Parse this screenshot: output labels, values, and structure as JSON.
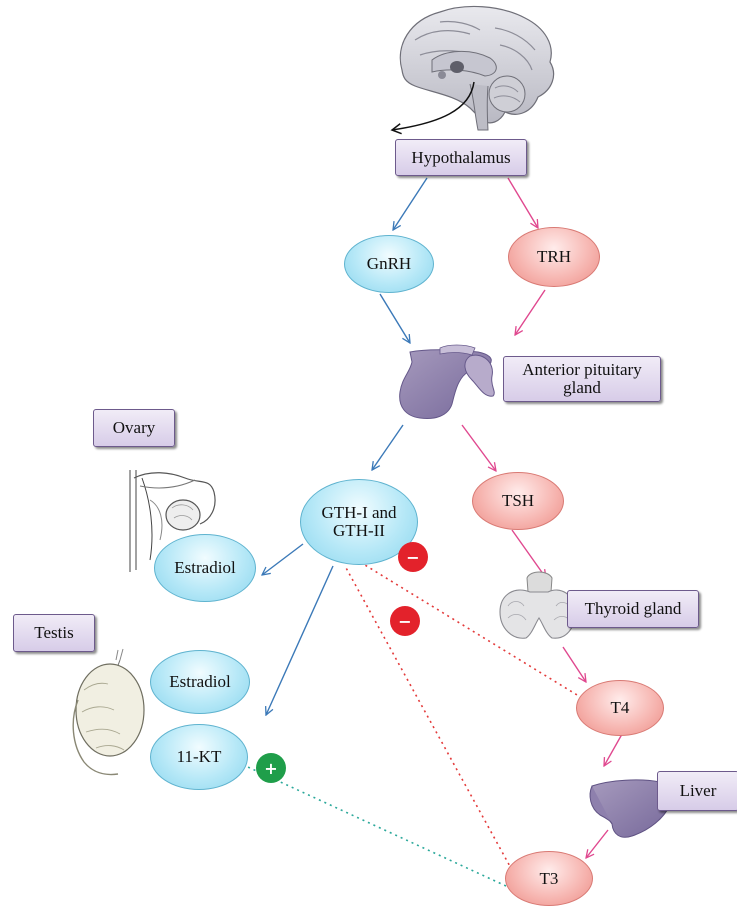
{
  "nodes": {
    "hypothalamus": "Hypothalamus",
    "gnrh": "GnRH",
    "trh": "TRH",
    "pituitary_line1": "Anterior pituitary",
    "pituitary_line2": "gland",
    "ovary": "Ovary",
    "gth_line1": "GTH-I and",
    "gth_line2": "GTH-II",
    "tsh": "TSH",
    "estradiol_ovary": "Estradiol",
    "thyroid": "Thyroid gland",
    "testis": "Testis",
    "estradiol_testis": "Estradiol",
    "t4": "T4",
    "kt": "11-KT",
    "liver": "Liver",
    "t3": "T3"
  },
  "signs": {
    "negative_1": "−",
    "negative_2": "−",
    "positive": "+"
  },
  "colors": {
    "gonadal_arrow": "#3b79b8",
    "thyroid_arrow": "#e0488f",
    "inhibition_dotted": "#e33a3a",
    "stimulation_dotted": "#2aa89a",
    "box_fill": "#ddd3ea",
    "blue_oval": "#b6e8f7",
    "pink_oval": "#f6b3ae"
  },
  "icons": [
    "brain-illustration",
    "pituitary-gland-illustration",
    "ovary-illustration",
    "testis-illustration",
    "thyroid-gland-illustration",
    "liver-illustration"
  ]
}
